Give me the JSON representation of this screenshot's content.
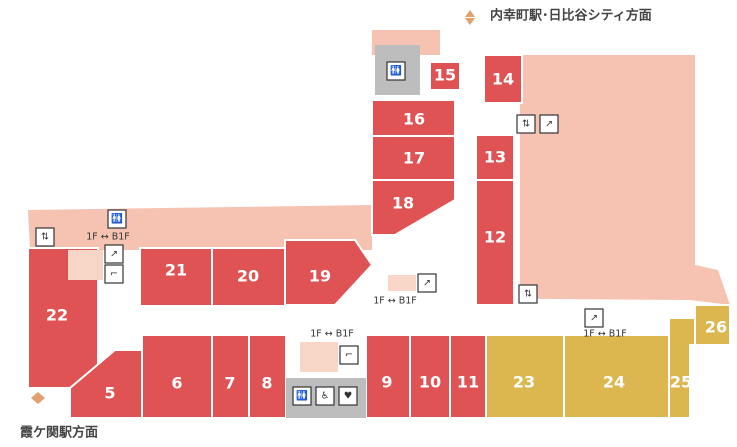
{
  "directions": {
    "north": "内幸町駅･日比谷シティ方面",
    "south": "霞ケ関駅方面"
  },
  "floor_link_label": "1F ↔ B1F",
  "units": [
    "5",
    "6",
    "7",
    "8",
    "9",
    "10",
    "11",
    "12",
    "13",
    "14",
    "15",
    "16",
    "17",
    "18",
    "19",
    "20",
    "21",
    "22",
    "23",
    "24",
    "25",
    "26"
  ],
  "colors": {
    "shop": "#e05355",
    "food": "#dcb64f",
    "zone": "#f6c3b2",
    "corridor": "#ffffff"
  },
  "icons": [
    "restroom-icon",
    "accessible-restroom-icon",
    "baby-room-icon",
    "elevator-icon",
    "escalator-icon",
    "stairs-icon",
    "direction-arrow-icon"
  ]
}
